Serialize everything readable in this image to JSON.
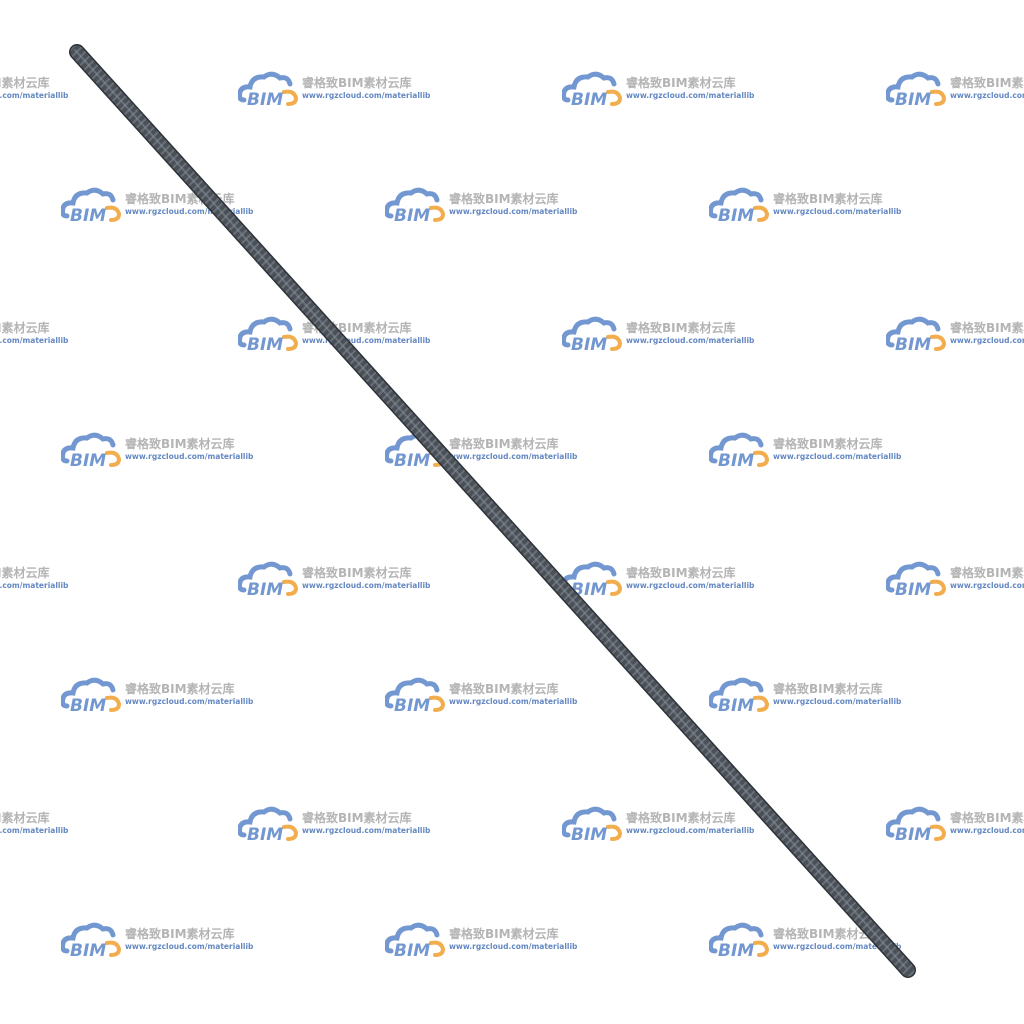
{
  "watermark": {
    "logo_text": "BIM",
    "title": "睿格致BIM素材云库",
    "url": "www.rgzcloud.com/materiallib",
    "title_color": "#a8a8a8",
    "url_color": "#4a74b8",
    "cloud_color": "#5b86c8",
    "accent_color": "#f0a030"
  },
  "object": {
    "name": "rebar",
    "color": "#4a5058",
    "highlight_color": "#6a7078"
  }
}
